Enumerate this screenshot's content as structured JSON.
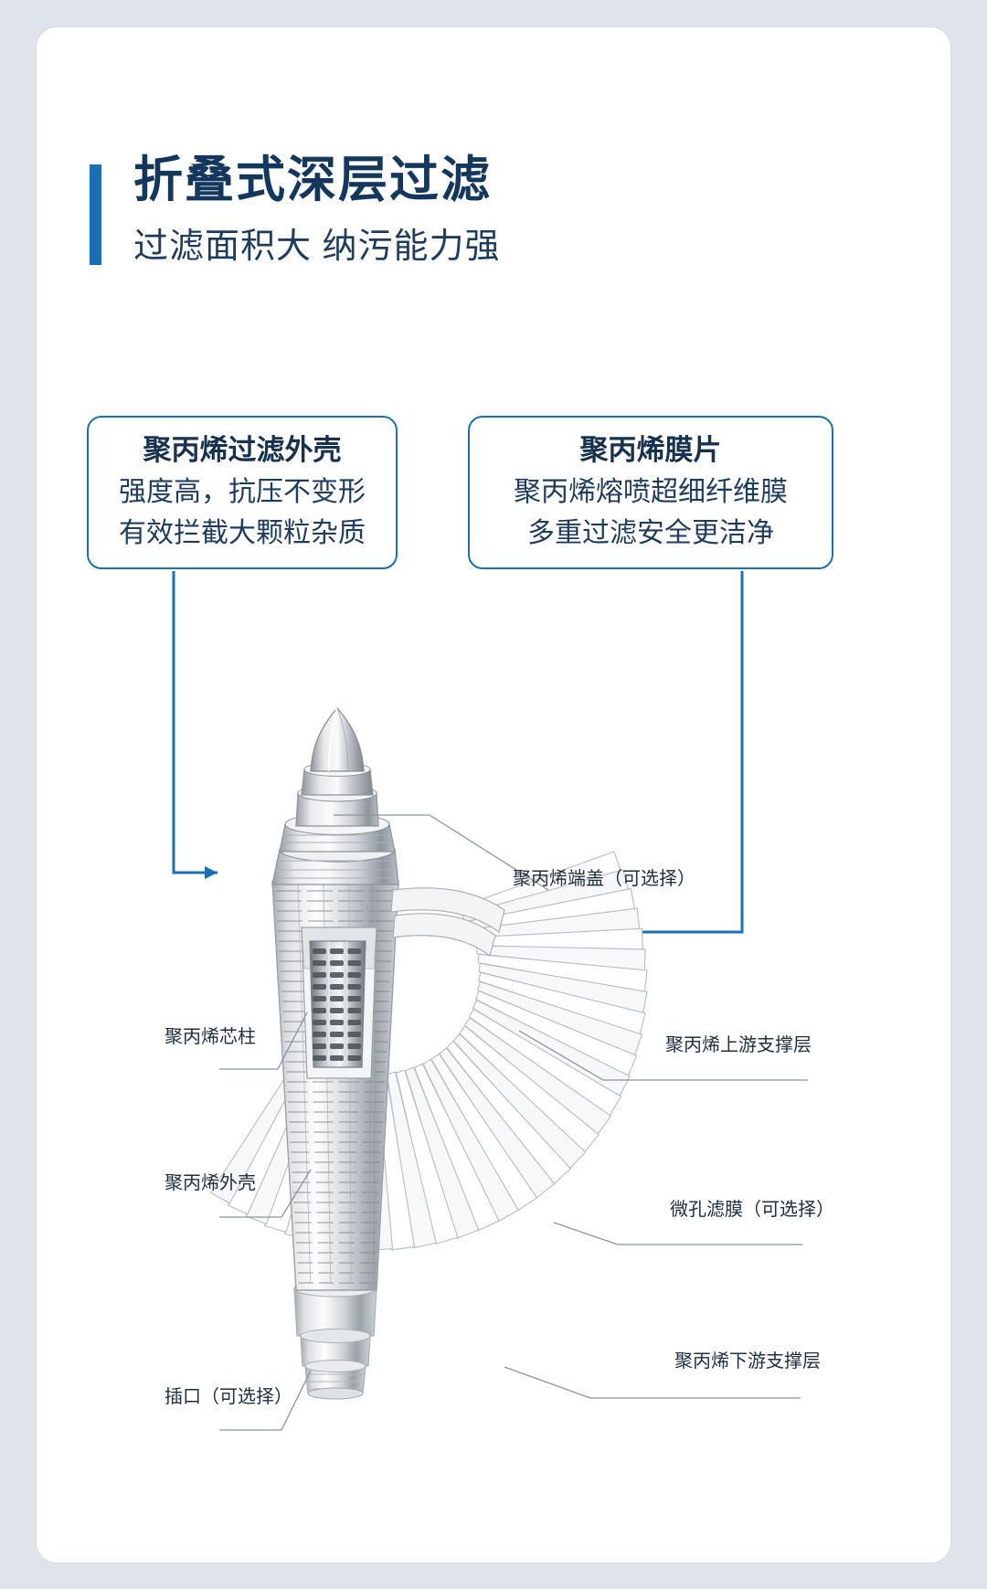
{
  "page": {
    "background_color": "#dfe4ea",
    "card_color": "#ffffff",
    "accent_color": "#1b6fb5",
    "title_color": "#14375e"
  },
  "header": {
    "title": "折叠式深层过滤",
    "subtitle": "过滤面积大 纳污能力强"
  },
  "callouts": [
    {
      "id": "filter-shell",
      "title": "聚丙烯过滤外壳",
      "line1": "强度高，抗压不变形",
      "line2": "有效拦截大颗粒杂质"
    },
    {
      "id": "membrane-sheet",
      "title": "聚丙烯膜片",
      "line1": "聚丙烯熔喷超细纤维膜",
      "line2": "多重过滤安全更洁净"
    }
  ],
  "diagram": {
    "labels": {
      "end_cap": "聚丙烯端盖（可选择）",
      "core": "聚丙烯芯柱",
      "outer_shell": "聚丙烯外壳",
      "socket": "插口（可选择）",
      "upstream_support": "聚丙烯上游支撑层",
      "microporous_membrane": "微孔滤膜（可选择）",
      "downstream_support": "聚丙烯下游支撑层"
    }
  }
}
